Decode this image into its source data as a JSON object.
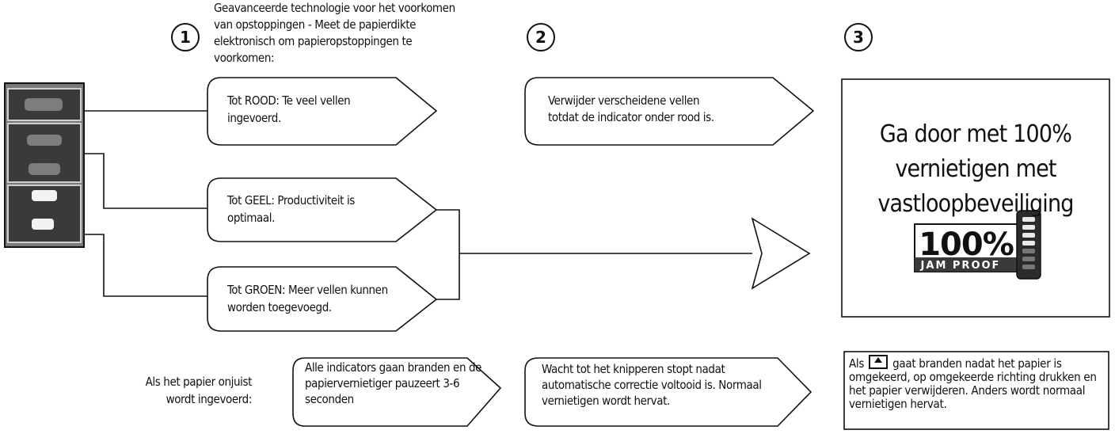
{
  "steps": {
    "s1": "1",
    "s2": "2",
    "s3": "3"
  },
  "intro_text": "Geavanceerde technologie voor het voorkomen van opstoppingen - Meet de papierdikte elektronisch om papieropstoppingen te voorkomen:",
  "row_red": {
    "condition": "Tot ROOD: Te veel vellen ingevoerd.",
    "action": "Verwijder verscheidene vellen totdat de indicator onder rood is."
  },
  "row_yellow": {
    "condition": "Tot GEEL: Productiviteit is optimaal."
  },
  "row_green": {
    "condition": "Tot GROEN: Meer vellen kunnen worden toegevoegd."
  },
  "result": {
    "title": "Ga door met 100% vernietigen met vastloopbeveiliging",
    "badge_percent": "100%",
    "badge_caption": "JAM PROOF"
  },
  "misfeed": {
    "label": "Als het papier onjuist wordt ingevoerd:",
    "step1": "Alle indicators gaan branden en de papiervernietiger pauzeert 3-6 seconden",
    "step2": "Wacht tot het knipperen stopt nadat automatische correctie voltooid is. Normaal vernietigen wordt hervat.",
    "step3_prefix": "Als",
    "step3_suffix": "gaat branden nadat het papier is omgekeerd, op omgekeerde richting drukken en het papier verwijderen. Anders wordt normaal vernietigen hervat.",
    "step3_icon": "reverse-icon"
  },
  "colors": {
    "ink": "#111111",
    "panel": "#3a3a3a",
    "light_led": "#f2f2f2",
    "dim_led": "#7d7d7d"
  }
}
